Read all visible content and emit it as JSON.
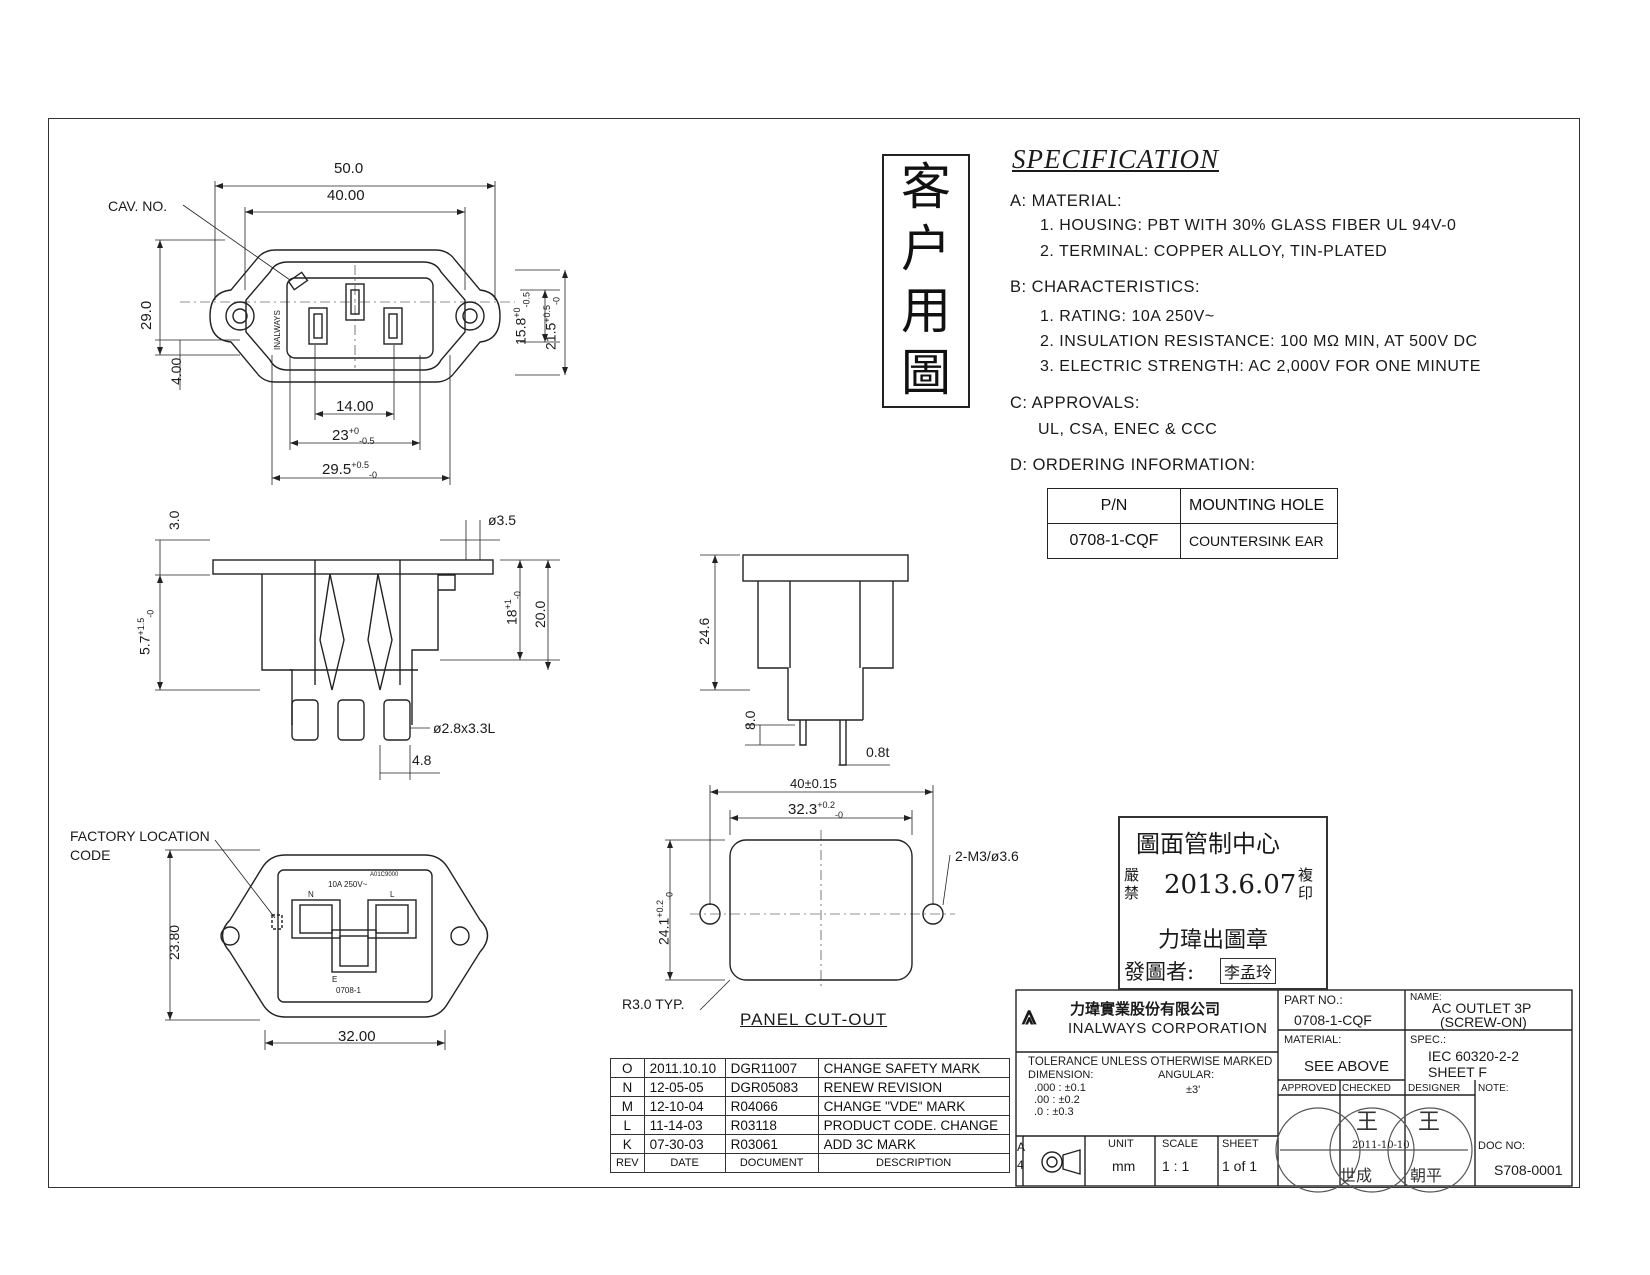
{
  "customer_stamp": [
    "客",
    "户",
    "用",
    "圖"
  ],
  "specification": {
    "title": "SPECIFICATION",
    "a_head": "A: MATERIAL:",
    "a1": "1. HOUSING: PBT WITH 30% GLASS FIBER UL 94V-0",
    "a2": "2. TERMINAL: COPPER ALLOY, TIN-PLATED",
    "b_head": "B: CHARACTERISTICS:",
    "b1": "1. RATING: 10A 250V~",
    "b2": "2. INSULATION RESISTANCE: 100 MΩ MIN, AT 500V DC",
    "b3": "3. ELECTRIC STRENGTH: AC 2,000V FOR ONE MINUTE",
    "c_head": "C: APPROVALS:",
    "c1": "UL, CSA, ENEC & CCC",
    "d_head": "D: ORDERING INFORMATION:"
  },
  "ordering": {
    "h_pn": "P/N",
    "h_mount": "MOUNTING HOLE",
    "pn": "0708-1-CQF",
    "mount": "COUNTERSINK EAR"
  },
  "dims": {
    "d50": "50.0",
    "d40": "40.00",
    "cav": "CAV. NO.",
    "d29": "29.0",
    "d4": "4.00",
    "d158": "15.8",
    "d158t": "+0",
    "d158b": "-0.5",
    "d215": "21.5",
    "d215t": "+0.5",
    "d215b": "-0",
    "d14": "14.00",
    "d23": "23",
    "d23t": "+0",
    "d23b": "-0.5",
    "d295": "29.5",
    "d295t": "+0.5",
    "d295b": "-0",
    "brand": "INALWAYS",
    "d3": "3.0",
    "d35": "ø3.5",
    "d57": "5.7",
    "d57t": "+1.5",
    "d57b": "-0",
    "d18": "18",
    "d18t": "+1",
    "d18b": "-0",
    "d20": "20.0",
    "d28": "ø2.8x3.3L",
    "d48": "4.8",
    "d246": "24.6",
    "d8": "8.0",
    "d08": "0.8t",
    "factory1": "FACTORY LOCATION",
    "factory2": "CODE",
    "d238": "23.80",
    "d32": "32.00",
    "front_rating": "10A 250V~",
    "front_n": "N",
    "front_l": "L",
    "front_e": "E",
    "front_pn": "0708-1",
    "front_code": "A01C9000",
    "p40": "40±0.15",
    "p323": "32.3",
    "p323t": "+0.2",
    "p323b": "-0",
    "p241": "24.1",
    "p241t": "+0.2",
    "p241b": "-0",
    "pm3": "2-M3/ø3.6",
    "pr3": "R3.0 TYP.",
    "panel": "PANEL CUT-OUT"
  },
  "control_stamp": {
    "title": "圖面管制中心",
    "left": "嚴禁",
    "date": "2013.6.07",
    "right": "複印",
    "mid": "力瑋出圖章",
    "issuer_label": "發圖者:",
    "issuer": "李孟玲"
  },
  "revisions": {
    "headers": [
      "REV",
      "DATE",
      "DOCUMENT",
      "DESCRIPTION"
    ],
    "rows": [
      [
        "O",
        "2011.10.10",
        "DGR11007",
        "CHANGE SAFETY MARK"
      ],
      [
        "N",
        "12-05-05",
        "DGR05083",
        "RENEW REVISION"
      ],
      [
        "M",
        "12-10-04",
        "R04066",
        "CHANGE \"VDE\" MARK"
      ],
      [
        "L",
        "11-14-03",
        "R03118",
        "PRODUCT CODE. CHANGE"
      ],
      [
        "K",
        "07-30-03",
        "R03061",
        "ADD 3C MARK"
      ]
    ]
  },
  "title_block": {
    "company_cn": "力瑋實業股份有限公司",
    "company_en": "INALWAYS CORPORATION",
    "tol_title": "TOLERANCE UNLESS OTHERWISE MARKED",
    "tol_dim": "DIMENSION:",
    "tol_ang": "ANGULAR:",
    "tol1": ".000 : ±0.1",
    "tol2": ".00 : ±0.2",
    "tol3": ".0 : ±0.3",
    "tol_angv": "±3'",
    "proj_a": "A",
    "proj_4": "4",
    "unit_l": "UNIT",
    "unit_v": "mm",
    "scale_l": "SCALE",
    "scale_v": "1 : 1",
    "sheet_l": "SHEET",
    "sheet_v": "1 of 1",
    "partno_l": "PART NO.:",
    "partno_v": "0708-1-CQF",
    "name_l": "NAME:",
    "name_v1": "AC OUTLET 3P",
    "name_v2": "(SCREW-ON)",
    "material_l": "MATERIAL:",
    "material_v": "SEE ABOVE",
    "spec_l": "SPEC.:",
    "spec_v1": "IEC 60320-2-2",
    "spec_v2": "SHEET F",
    "approved": "APPROVED",
    "checked": "CHECKED",
    "designer": "DESIGNER",
    "note": "NOTE:",
    "docno_l": "DOC NO:",
    "docno_v": "S708-0001",
    "sig_date": "2011-10-10",
    "sig1": "王",
    "sig2": "王",
    "sig3": "世成",
    "sig4": "朝平"
  }
}
